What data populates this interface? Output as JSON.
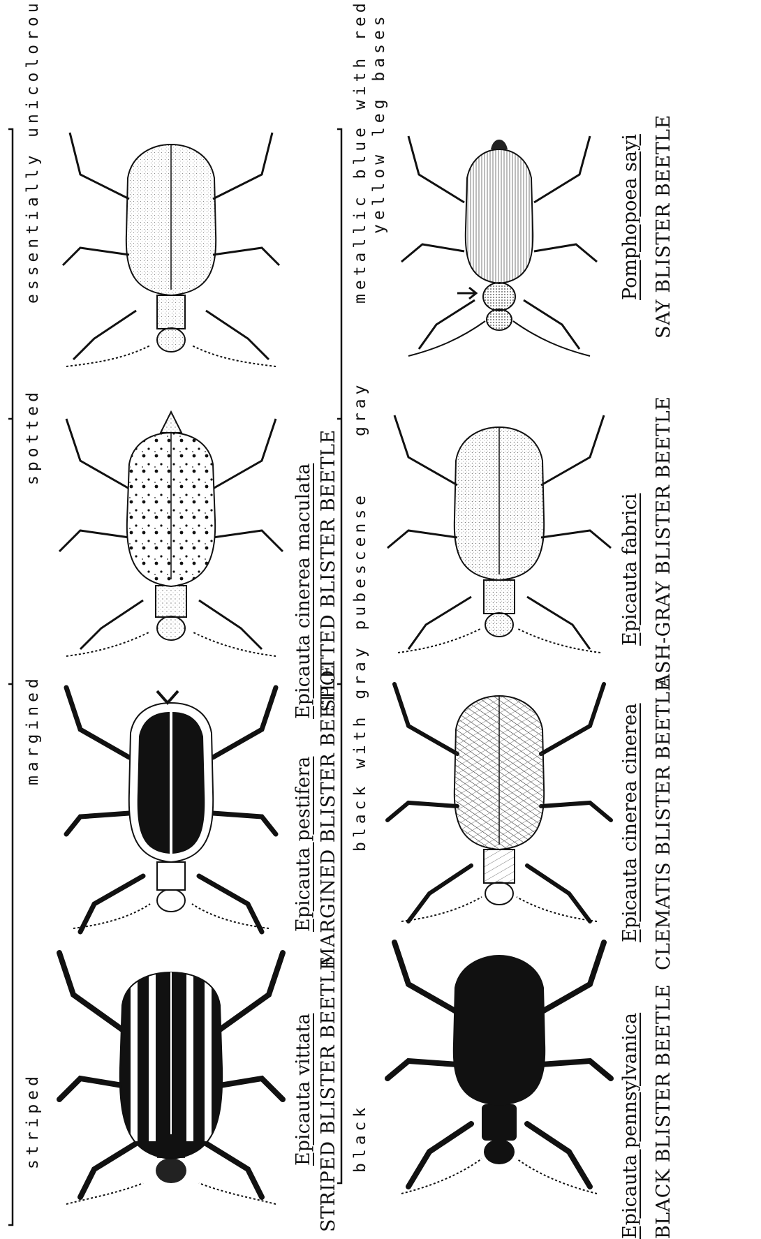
{
  "groups_top": {
    "striped": "striped",
    "margined": "margined",
    "spotted": "spotted",
    "unicolorous": "essentially unicolorous"
  },
  "groups_bottom": {
    "black": "black",
    "black_gray": "black with gray pubescense",
    "gray": "gray",
    "metallic_line1": "metallic blue with red-",
    "metallic_line2": "yellow leg bases"
  },
  "species": {
    "vittata": {
      "scientific": "Epicauta vittata",
      "common": "STRIPED BLISTER BEETLE",
      "pattern": "striped"
    },
    "pestifera": {
      "scientific": "Epicauta pestifera",
      "common": "MARGINED BLISTER BEETLE",
      "pattern": "margined"
    },
    "maculata": {
      "scientific": "Epicauta cinerea maculata",
      "common": "SPOTTED BLISTER BEETLE",
      "pattern": "spotted"
    },
    "pennsylvanica": {
      "scientific": "Epicauta pennsylvanica",
      "common": "BLACK BLISTER BEETLE",
      "pattern": "black"
    },
    "cinerea": {
      "scientific": "Epicauta cinerea cinerea",
      "common": "CLEMATIS BLISTER BEETLE",
      "pattern": "hatched"
    },
    "fabrici": {
      "scientific": "Epicauta fabrici",
      "common": "ASH-GRAY BLISTER BEETLE",
      "pattern": "gray"
    },
    "sayi": {
      "scientific": "Pomphopoea sayi",
      "common": "SAY BLISTER BEETLE",
      "pattern": "metallic"
    }
  },
  "colors": {
    "ink": "#111111",
    "paper": "#ffffff",
    "stipple": "#9a9a9a"
  }
}
